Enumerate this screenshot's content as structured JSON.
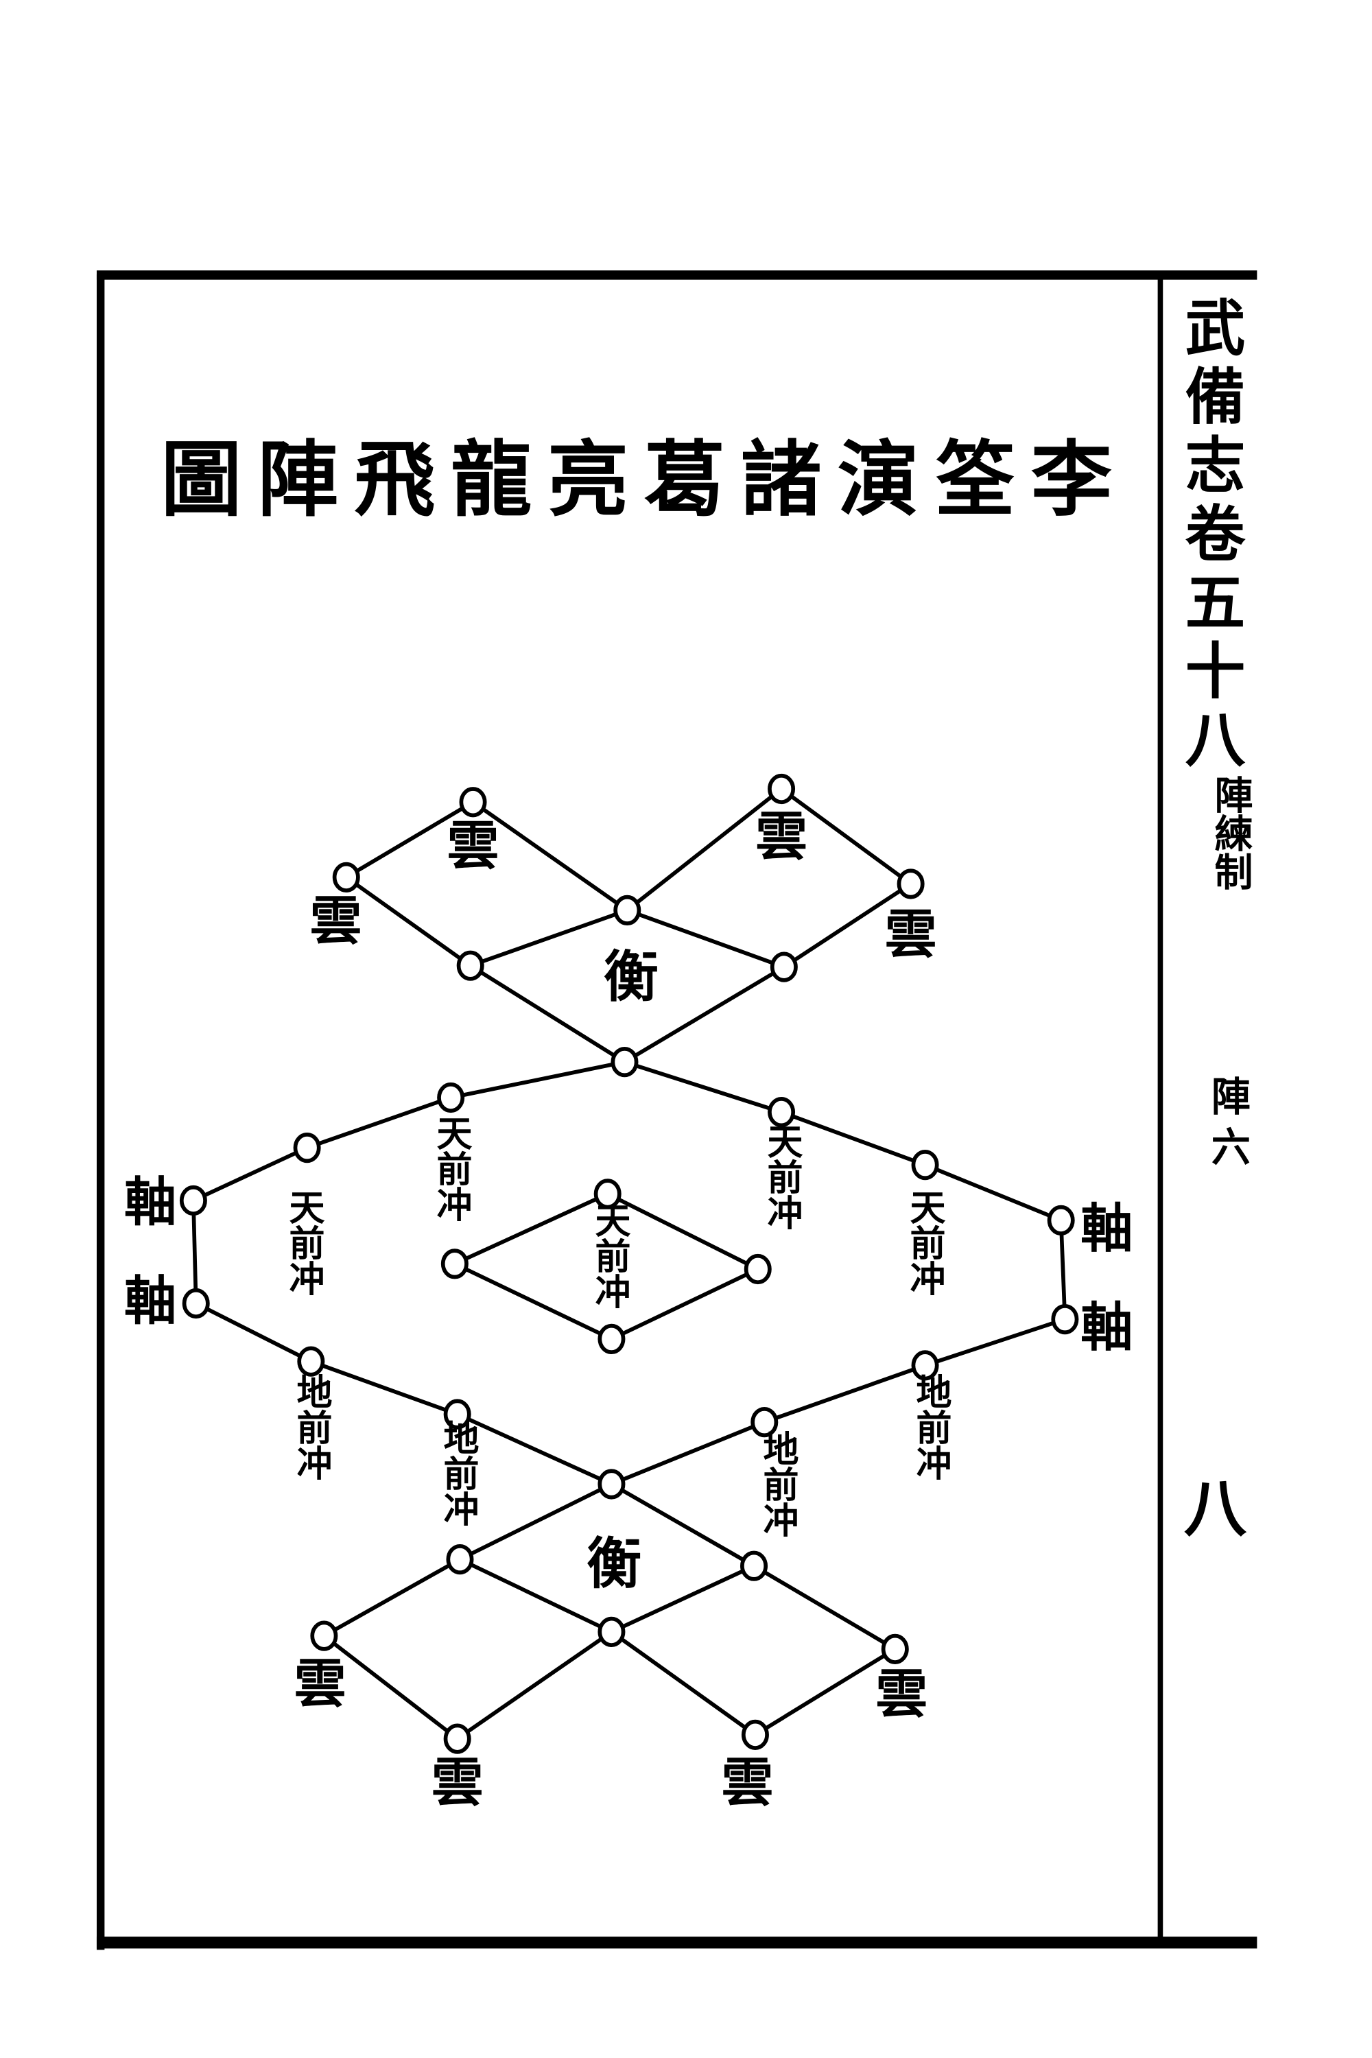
{
  "title": "李筌演諸葛亮龍飛陣圖",
  "margin_column": {
    "book_title": "武備志卷五十八",
    "section": "陣練制",
    "subsection": "陣六",
    "page_number": "八"
  },
  "diagram": {
    "labels": {
      "cloud": "雲",
      "balance": "衡",
      "axle": "軸",
      "heaven_front_charge": "天前冲",
      "earth_front_charge": "地前冲"
    }
  },
  "colors": {
    "ink": "#000000",
    "paper": "#ffffff"
  }
}
